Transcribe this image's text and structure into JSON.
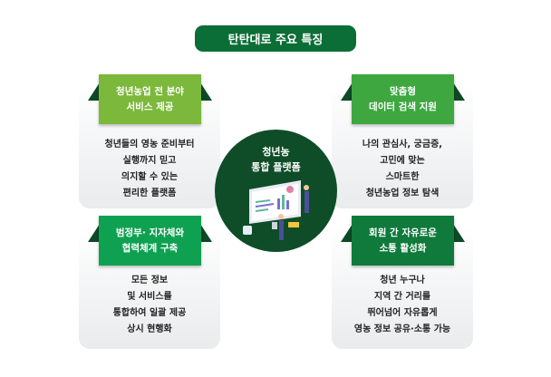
{
  "title": "탄탄대로 주요 특징",
  "center": {
    "line1": "청년농",
    "line2": "통합 플랫폼"
  },
  "features": [
    {
      "label": [
        "청년농업 전 분야",
        "서비스 제공"
      ],
      "body": [
        "청년들의 영농 준비부터",
        "실행까지 믿고",
        "의지할 수 있는",
        "편리한 플랫폼"
      ],
      "color": "#7cb83c"
    },
    {
      "label": [
        "맞춤형",
        "데이터 검색 지원"
      ],
      "body": [
        "나의 관심사, 궁금증,",
        "고민에 맞는",
        "스마트한",
        "청년농업 정보 탐색"
      ],
      "color": "#3ea740"
    },
    {
      "label": [
        "범정부· 지자체와",
        "협력체계 구축"
      ],
      "body": [
        "모든 정보",
        "및 서비스를",
        "통합하여 일괄 제공",
        "상시 현행화"
      ],
      "color": "#0fa152"
    },
    {
      "label": [
        "회원 간 자유로운",
        "소통 활성화"
      ],
      "body": [
        "청년 누구나",
        "지역 간 거리를",
        "뛰어넘어 자유롭게",
        "영농 정보 공유·소통 가능"
      ],
      "color": "#0f7a3b"
    }
  ]
}
